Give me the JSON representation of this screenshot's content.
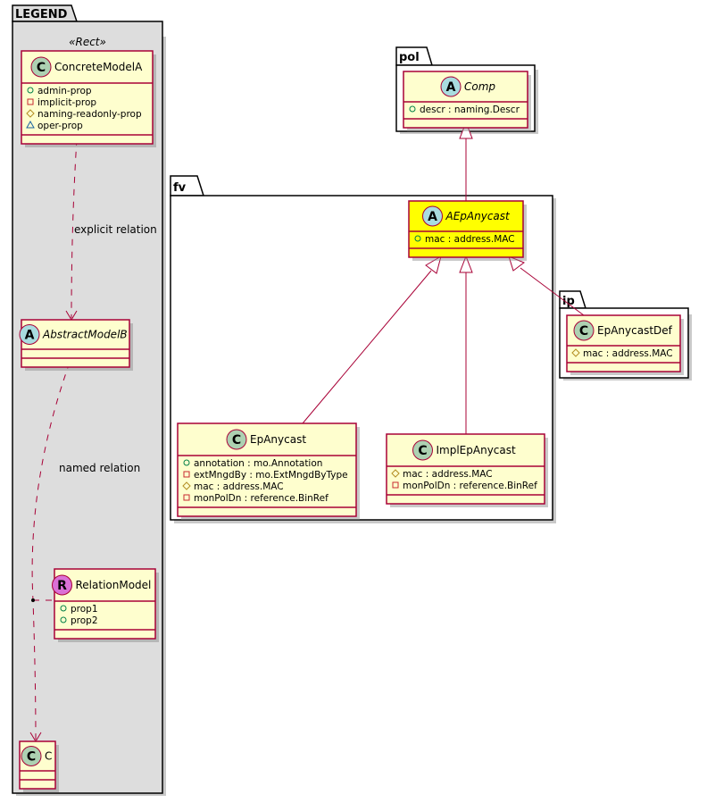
{
  "colors": {
    "class_fill": "#FEFECE",
    "class_border": "#A80036",
    "highlight_fill": "#FFFF00",
    "legend_fill": "#DDDDDD",
    "spot_class": "#ADD1B2",
    "spot_abstract": "#A9DCDF",
    "spot_relation": "#DA70D6",
    "vis_public": "#038048",
    "vis_private": "#C82930",
    "vis_protected": "#B38D22",
    "vis_package": "#1963A0"
  },
  "packages": {
    "legend": {
      "title": "LEGEND",
      "stereotype": "«Rect»"
    },
    "pol": {
      "title": "pol"
    },
    "fv": {
      "title": "fv"
    },
    "ip": {
      "title": "ip"
    }
  },
  "classes": {
    "concrete_model_a": {
      "spot": "C",
      "name": "ConcreteModelA",
      "attributes": [
        {
          "vis": "public",
          "text": "admin-prop"
        },
        {
          "vis": "private",
          "text": "implicit-prop"
        },
        {
          "vis": "protected",
          "text": "naming-readonly-prop"
        },
        {
          "vis": "package",
          "text": "oper-prop"
        }
      ]
    },
    "abstract_model_b": {
      "spot": "A",
      "name": "AbstractModelB",
      "attributes": []
    },
    "relation_model": {
      "spot": "R",
      "name": "RelationModel",
      "attributes": [
        {
          "vis": "public",
          "text": "prop1"
        },
        {
          "vis": "public",
          "text": "prop2"
        }
      ]
    },
    "c": {
      "spot": "C",
      "name": "C",
      "attributes": []
    },
    "comp": {
      "spot": "A",
      "name": "Comp",
      "attributes": [
        {
          "vis": "public",
          "text": "descr : naming.Descr"
        }
      ]
    },
    "aepanycast": {
      "spot": "A",
      "name": "AEpAnycast",
      "attributes": [
        {
          "vis": "public",
          "text": "mac : address.MAC"
        }
      ]
    },
    "epanycastdef": {
      "spot": "C",
      "name": "EpAnycastDef",
      "attributes": [
        {
          "vis": "protected",
          "text": "mac : address.MAC"
        }
      ]
    },
    "epanycast": {
      "spot": "C",
      "name": "EpAnycast",
      "attributes": [
        {
          "vis": "public",
          "text": "annotation : mo.Annotation"
        },
        {
          "vis": "private",
          "text": "extMngdBy : mo.ExtMngdByType"
        },
        {
          "vis": "protected",
          "text": "mac : address.MAC"
        },
        {
          "vis": "private",
          "text": "monPolDn : reference.BinRef"
        }
      ]
    },
    "implepanycast": {
      "spot": "C",
      "name": "ImplEpAnycast",
      "attributes": [
        {
          "vis": "protected",
          "text": "mac : address.MAC"
        },
        {
          "vis": "private",
          "text": "monPolDn : reference.BinRef"
        }
      ]
    }
  },
  "relations": {
    "explicit_label": "explicit relation",
    "named_label": "named relation"
  }
}
